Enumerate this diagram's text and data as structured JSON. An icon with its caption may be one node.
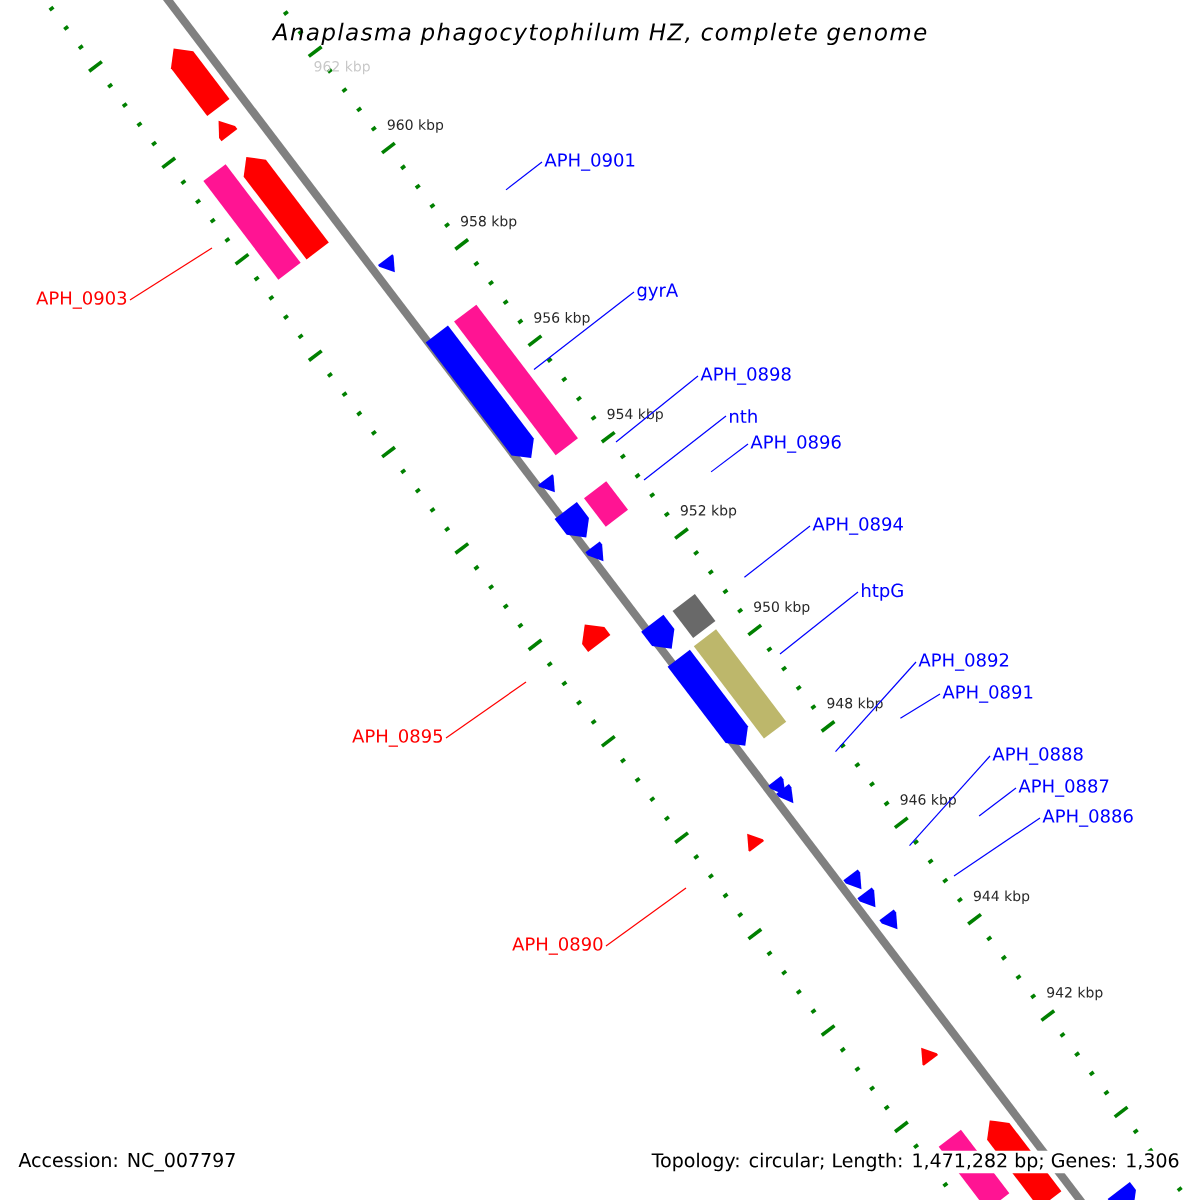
{
  "diagram": {
    "title": "Anaplasma phagocytophilum HZ, complete genome",
    "nodes": [
      {
        "text": [
          "APH_0901"
        ]
      },
      {
        "text": [
          "gyrA"
        ]
      },
      {
        "text": [
          "APH_0903"
        ]
      },
      {
        "text": [
          "APH_0898"
        ]
      },
      {
        "text": [
          "nth"
        ]
      },
      {
        "text": [
          "APH_0896"
        ]
      },
      {
        "text": [
          "APH_0894"
        ]
      },
      {
        "text": [
          "htpG"
        ]
      },
      {
        "text": [
          "APH_0892"
        ]
      },
      {
        "text": [
          "APH_0891"
        ]
      },
      {
        "text": [
          "APH_0895"
        ]
      },
      {
        "text": [
          "APH_0888"
        ]
      },
      {
        "text": [
          "APH_0887"
        ]
      },
      {
        "text": [
          "APH_0886"
        ]
      },
      {
        "text": [
          "APH_0890"
        ]
      }
    ],
    "edges": [
      {
        "from": 0,
        "to": null,
        "arrow": "none"
      },
      {
        "from": 1,
        "to": null,
        "arrow": "none"
      },
      {
        "from": 2,
        "to": null,
        "arrow": "none",
        "color": "#ff0000"
      },
      {
        "from": 3,
        "to": null,
        "arrow": "none"
      },
      {
        "from": 4,
        "to": null,
        "arrow": "none"
      },
      {
        "from": 5,
        "to": null,
        "arrow": "none"
      },
      {
        "from": 6,
        "to": null,
        "arrow": "none"
      },
      {
        "from": 7,
        "to": null,
        "arrow": "none"
      },
      {
        "from": 8,
        "to": null,
        "arrow": "none"
      },
      {
        "from": 9,
        "to": null,
        "arrow": "none"
      },
      {
        "from": 10,
        "to": null,
        "arrow": "none",
        "color": "#ff0000"
      },
      {
        "from": 11,
        "to": null,
        "arrow": "none"
      },
      {
        "from": 12,
        "to": null,
        "arrow": "none"
      },
      {
        "from": 13,
        "to": null,
        "arrow": "none"
      },
      {
        "from": 14,
        "to": null,
        "arrow": "none",
        "color": "#ff0000"
      }
    ],
    "labels": [
      "962 kbp",
      "960 kbp",
      "958 kbp",
      "956 kbp",
      "954 kbp",
      "952 kbp",
      "950 kbp",
      "948 kbp",
      "946 kbp",
      "944 kbp",
      "942 kbp",
      "Accession: NC_007797",
      "Topology: circular; Length: 1,471,282 bp; Genes: 1,306"
    ]
  }
}
